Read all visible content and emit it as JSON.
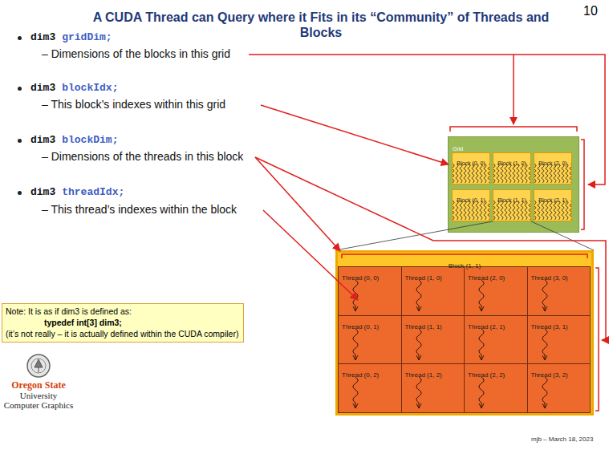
{
  "diagram": {
    "title": "A CUDA Thread can Query where it Fits in its “Community” of Threads and Blocks",
    "nodes": [
      {
        "text": [
          "Grid"
        ]
      },
      {
        "text": [
          "Block (0, 0)"
        ],
        "in": 0
      },
      {
        "text": [
          "Block (1, 0)"
        ],
        "in": 0
      },
      {
        "text": [
          "Block (2, 0)"
        ],
        "in": 0
      },
      {
        "text": [
          "Block (0, 1)"
        ],
        "in": 0
      },
      {
        "text": [
          "Block (1, 1)"
        ],
        "in": 0
      },
      {
        "text": [
          "Block (2, 1)"
        ],
        "in": 0
      },
      {
        "text": [
          "Block (1, 1)"
        ]
      },
      {
        "text": [
          "Thread (0, 0)"
        ],
        "in": 7
      },
      {
        "text": [
          "Thread (1, 0)"
        ],
        "in": 7
      },
      {
        "text": [
          "Thread (2, 0)"
        ],
        "in": 7
      },
      {
        "text": [
          "Thread (3, 0)"
        ],
        "in": 7
      },
      {
        "text": [
          "Thread (0, 1)"
        ],
        "in": 7
      },
      {
        "text": [
          "Thread (1, 1)"
        ],
        "in": 7
      },
      {
        "text": [
          "Thread (2, 1)"
        ],
        "in": 7
      },
      {
        "text": [
          "Thread (3, 1)"
        ],
        "in": 7
      },
      {
        "text": [
          "Thread (0, 2)"
        ],
        "in": 7
      },
      {
        "text": [
          "Thread (1, 2)"
        ],
        "in": 7
      },
      {
        "text": [
          "Thread (2, 2)"
        ],
        "in": 7
      },
      {
        "text": [
          "Thread (3, 2)"
        ],
        "in": 7
      },
      {
        "text": [
          "Note: It is as if dim3 is defined as:",
          "typedef int[3] dim3;",
          "(it’s not really – it is actually defined within the CUDA compiler)"
        ]
      }
    ],
    "edges": [
      {
        "from": 5,
        "to": 7,
        "arrow": "none"
      }
    ],
    "labels": [
      "10",
      "dim3",
      "gridDim;",
      "– Dimensions of the blocks in this grid",
      "dim3",
      "blockIdx;",
      "– This block’s indexes within this grid",
      "dim3",
      "blockDim;",
      "– Dimensions of the threads in this block",
      "dim3",
      "threadIdx;",
      "– This thread’s indexes within the block",
      "Oregon State",
      "University",
      "Computer Graphics",
      "mjb – March 18, 2023"
    ]
  }
}
